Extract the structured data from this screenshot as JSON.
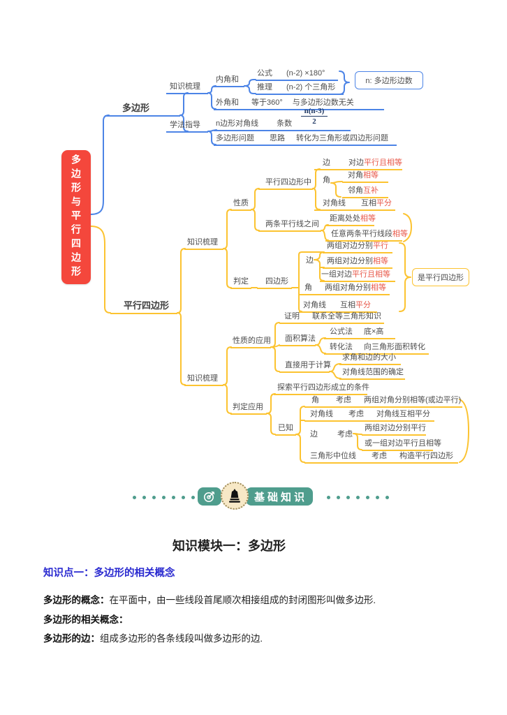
{
  "colors": {
    "branch_blue": "#4c84e6",
    "branch_yellow": "#fcc330",
    "root_red": "#f4473c",
    "highlight_red": "#e8584a",
    "node_text": "#4d4d4d",
    "badge_teal": "#4f9d8d",
    "heading_blue": "#2a2ad0",
    "fraction_navy": "#1f3864"
  },
  "mindmap": {
    "root_title": "多边形与平行四边形",
    "nbox_label": "n: 多边形边数",
    "result_box_label": "是平行四边形",
    "fraction": {
      "numerator": "n(n-3)",
      "denominator": "2"
    },
    "rows": {
      "poly": [
        {
          "t": "多边形"
        }
      ],
      "kn1": [
        {
          "t": "知识梳理"
        }
      ],
      "neijiao": [
        {
          "t": "内角和"
        }
      ],
      "gongshi": [
        {
          "t": "公式"
        },
        {
          "t": "(n-2) ×180°"
        }
      ],
      "tuili": [
        {
          "t": "推理"
        },
        {
          "t": "(n-2) 个三角形"
        }
      ],
      "waijiao": [
        {
          "t": "外角和"
        },
        {
          "t": "等于360°"
        },
        {
          "t": "与多边形边数无关"
        }
      ],
      "xuefa": [
        {
          "t": "学法指导"
        }
      ],
      "duijiaoxian": [
        {
          "t": "n边形对角线"
        },
        {
          "t": "条数"
        }
      ],
      "wenti": [
        {
          "t": "多边形问题"
        },
        {
          "t": "思路"
        },
        {
          "t": "转化为三角形或四边形问题"
        }
      ],
      "para": [
        {
          "t": "平行四边形"
        }
      ],
      "kn2": [
        {
          "t": "知识梳理"
        }
      ],
      "xingzhi": [
        {
          "t": "性质"
        }
      ],
      "pxsbzhong": [
        {
          "t": "平行四边形中"
        }
      ],
      "bian1": [
        {
          "t": "边"
        },
        {
          "t": "对边"
        },
        {
          "t": "平行且相等",
          "hl": true
        }
      ],
      "jiao1": [
        {
          "t": "角"
        }
      ],
      "duijiao": [
        {
          "t": "对角"
        },
        {
          "t": "相等",
          "hl": true
        }
      ],
      "linjiao": [
        {
          "t": "邻角"
        },
        {
          "t": "互补",
          "hl": true
        }
      ],
      "djx1": [
        {
          "t": "对角线"
        },
        {
          "t": "互相"
        },
        {
          "t": "平分",
          "hl": true
        }
      ],
      "liangtiao": [
        {
          "t": "两条平行线之间"
        }
      ],
      "juli": [
        {
          "t": "距离处处"
        },
        {
          "t": "相等",
          "hl": true
        }
      ],
      "renyi": [
        {
          "t": "任意两条平行线段"
        },
        {
          "t": "相等",
          "hl": true
        }
      ],
      "panding": [
        {
          "t": "判定"
        }
      ],
      "sibianxing": [
        {
          "t": "四边形"
        }
      ],
      "pd_bian": [
        {
          "t": "边"
        }
      ],
      "pd_b1": [
        {
          "t": "两组对边分别"
        },
        {
          "t": "平行",
          "hl": true
        }
      ],
      "pd_b2": [
        {
          "t": "两组对边分别"
        },
        {
          "t": "相等",
          "hl": true
        }
      ],
      "pd_b3": [
        {
          "t": "一组对边"
        },
        {
          "t": "平行且相等",
          "hl": true
        }
      ],
      "pd_jiao": [
        {
          "t": "角"
        },
        {
          "t": "两组对角分别"
        },
        {
          "t": "相等",
          "hl": true
        }
      ],
      "pd_djx": [
        {
          "t": "对角线"
        },
        {
          "t": "互相"
        },
        {
          "t": "平分",
          "hl": true
        }
      ],
      "kn3": [
        {
          "t": "知识梳理"
        }
      ],
      "xz_app": [
        {
          "t": "性质的应用"
        }
      ],
      "zhengming": [
        {
          "t": "证明"
        },
        {
          "t": "联系全等三角形知识"
        }
      ],
      "mianji": [
        {
          "t": "面积算法"
        }
      ],
      "gongshifa": [
        {
          "t": "公式法"
        },
        {
          "t": "底×高"
        }
      ],
      "zhuanhuafa": [
        {
          "t": "转化法"
        },
        {
          "t": "向三角形面积转化"
        }
      ],
      "zhijie": [
        {
          "t": "直接用于计算"
        }
      ],
      "qiujiao": [
        {
          "t": "求角和边的大小"
        }
      ],
      "djx_fanwei": [
        {
          "t": "对角线范围的确定"
        }
      ],
      "pd_app": [
        {
          "t": "判定应用"
        }
      ],
      "tansuo": [
        {
          "t": "探索平行四边形成立的条件"
        }
      ],
      "yizhi": [
        {
          "t": "已知"
        }
      ],
      "yz_jiao": [
        {
          "t": "角"
        },
        {
          "t": "考虑"
        },
        {
          "t": "两组对角分别相等(或边平行)"
        }
      ],
      "yz_djx": [
        {
          "t": "对角线"
        },
        {
          "t": "考虑"
        },
        {
          "t": "对角线互相平分"
        }
      ],
      "yz_bian": [
        {
          "t": "边"
        },
        {
          "t": "考虑"
        }
      ],
      "yz_b1": [
        {
          "t": "两组对边分别平行"
        }
      ],
      "yz_b2": [
        {
          "t": "或一组对边平行且相等"
        }
      ],
      "yz_zhongwei": [
        {
          "t": "三角形中位线"
        },
        {
          "t": "考虑"
        },
        {
          "t": "构造平行四边形"
        }
      ]
    }
  },
  "badge": {
    "label": "基础知识"
  },
  "section": {
    "module_title": "知识模块一：多边形",
    "point_title": "知识点一：多边形的相关概念",
    "paragraphs": [
      {
        "lead": "多边形的概念：",
        "body": "在平面中，由一些线段首尾顺次相接组成的封闭图形叫做多边形."
      },
      {
        "lead": "多边形的相关概念：",
        "body": ""
      },
      {
        "lead": "多边形的边：",
        "body": "组成多边形的各条线段叫做多边形的边."
      }
    ]
  }
}
